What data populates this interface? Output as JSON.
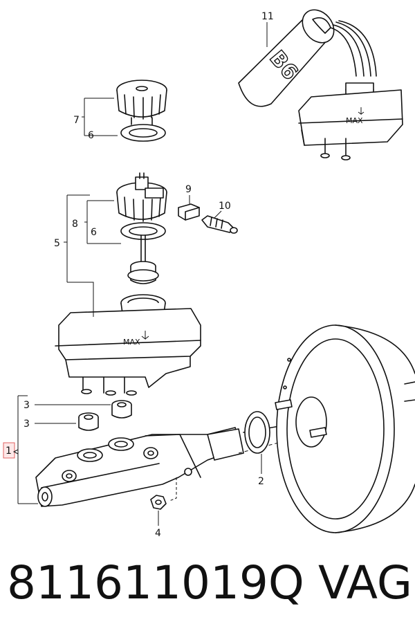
{
  "diagram": {
    "callouts": {
      "c1": "1",
      "c2": "2",
      "c3a": "3",
      "c3b": "3",
      "c4": "4",
      "c5": "5",
      "c6a": "6",
      "c6b": "6",
      "c7": "7",
      "c8": "8",
      "c9": "9",
      "c10": "10",
      "c11": "11"
    },
    "reservoir_marks": {
      "max_top": "MAX",
      "max_main": "MAX",
      "can_label": "B6"
    },
    "highlight_color": "#e06060"
  },
  "caption": {
    "part_number": "811611019Q",
    "brand": "VAG"
  }
}
